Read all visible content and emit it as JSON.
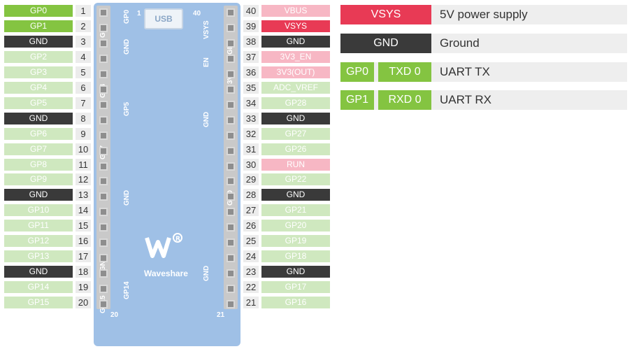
{
  "colors": {
    "gpio": "#cfe8bf",
    "gpio_active": "#84c441",
    "gnd": "#3a3a3a",
    "power": "#f7b7c4",
    "power_active": "#e83a55"
  },
  "left_pins": [
    {
      "num": "1",
      "label": "GP0",
      "type": "gpio-active"
    },
    {
      "num": "2",
      "label": "GP1",
      "type": "gpio-active"
    },
    {
      "num": "3",
      "label": "GND",
      "type": "gnd"
    },
    {
      "num": "4",
      "label": "GP2",
      "type": "gpio"
    },
    {
      "num": "5",
      "label": "GP3",
      "type": "gpio"
    },
    {
      "num": "6",
      "label": "GP4",
      "type": "gpio"
    },
    {
      "num": "7",
      "label": "GP5",
      "type": "gpio"
    },
    {
      "num": "8",
      "label": "GND",
      "type": "gnd"
    },
    {
      "num": "9",
      "label": "GP6",
      "type": "gpio"
    },
    {
      "num": "10",
      "label": "GP7",
      "type": "gpio"
    },
    {
      "num": "11",
      "label": "GP8",
      "type": "gpio"
    },
    {
      "num": "12",
      "label": "GP9",
      "type": "gpio"
    },
    {
      "num": "13",
      "label": "GND",
      "type": "gnd"
    },
    {
      "num": "14",
      "label": "GP10",
      "type": "gpio"
    },
    {
      "num": "15",
      "label": "GP11",
      "type": "gpio"
    },
    {
      "num": "16",
      "label": "GP12",
      "type": "gpio"
    },
    {
      "num": "17",
      "label": "GP13",
      "type": "gpio"
    },
    {
      "num": "18",
      "label": "GND",
      "type": "gnd"
    },
    {
      "num": "19",
      "label": "GP14",
      "type": "gpio"
    },
    {
      "num": "20",
      "label": "GP15",
      "type": "gpio"
    }
  ],
  "right_pins": [
    {
      "num": "40",
      "label": "VBUS",
      "type": "power"
    },
    {
      "num": "39",
      "label": "VSYS",
      "type": "power-active"
    },
    {
      "num": "38",
      "label": "GND",
      "type": "gnd"
    },
    {
      "num": "37",
      "label": "3V3_EN",
      "type": "power"
    },
    {
      "num": "36",
      "label": "3V3(OUT)",
      "type": "power"
    },
    {
      "num": "35",
      "label": "ADC_VREF",
      "type": "gpio"
    },
    {
      "num": "34",
      "label": "GP28",
      "type": "gpio"
    },
    {
      "num": "33",
      "label": "GND",
      "type": "gnd"
    },
    {
      "num": "32",
      "label": "GP27",
      "type": "gpio"
    },
    {
      "num": "31",
      "label": "GP26",
      "type": "gpio"
    },
    {
      "num": "30",
      "label": "RUN",
      "type": "power"
    },
    {
      "num": "29",
      "label": "GP22",
      "type": "gpio"
    },
    {
      "num": "28",
      "label": "GND",
      "type": "gnd"
    },
    {
      "num": "27",
      "label": "GP21",
      "type": "gpio"
    },
    {
      "num": "26",
      "label": "GP20",
      "type": "gpio"
    },
    {
      "num": "25",
      "label": "GP19",
      "type": "gpio"
    },
    {
      "num": "24",
      "label": "GP18",
      "type": "gpio"
    },
    {
      "num": "23",
      "label": "GND",
      "type": "gnd"
    },
    {
      "num": "22",
      "label": "GP17",
      "type": "gpio"
    },
    {
      "num": "21",
      "label": "GP16",
      "type": "gpio"
    }
  ],
  "board": {
    "usb_label": "USB",
    "brand": "Waveshare",
    "corner_top_left": "1",
    "corner_top_right": "40",
    "corner_bottom_left": "20",
    "corner_bottom_right": "21",
    "silk_left_outer": [
      "GP1",
      "GP4",
      "GP7",
      "GND",
      "GP15"
    ],
    "silk_left_inner": [
      "GP0",
      "GND",
      "GP5",
      "GND",
      "GP14"
    ],
    "silk_right_inner": [
      "VSYS",
      "EN",
      "GND",
      "GND"
    ],
    "silk_right_outer": [
      "GND",
      "3V3",
      "GND"
    ]
  },
  "legend": [
    {
      "chips": [
        {
          "text": "VSYS",
          "type": "power-active"
        }
      ],
      "desc": "5V power supply"
    },
    {
      "chips": [
        {
          "text": "GND",
          "type": "gnd"
        }
      ],
      "desc": "Ground"
    },
    {
      "chips": [
        {
          "text": "GP0",
          "type": "gpio-active"
        },
        {
          "text": "TXD 0",
          "type": "gpio-active"
        }
      ],
      "desc": "UART TX"
    },
    {
      "chips": [
        {
          "text": "GP1",
          "type": "gpio-active"
        },
        {
          "text": "RXD 0",
          "type": "gpio-active"
        }
      ],
      "desc": "UART RX"
    }
  ]
}
